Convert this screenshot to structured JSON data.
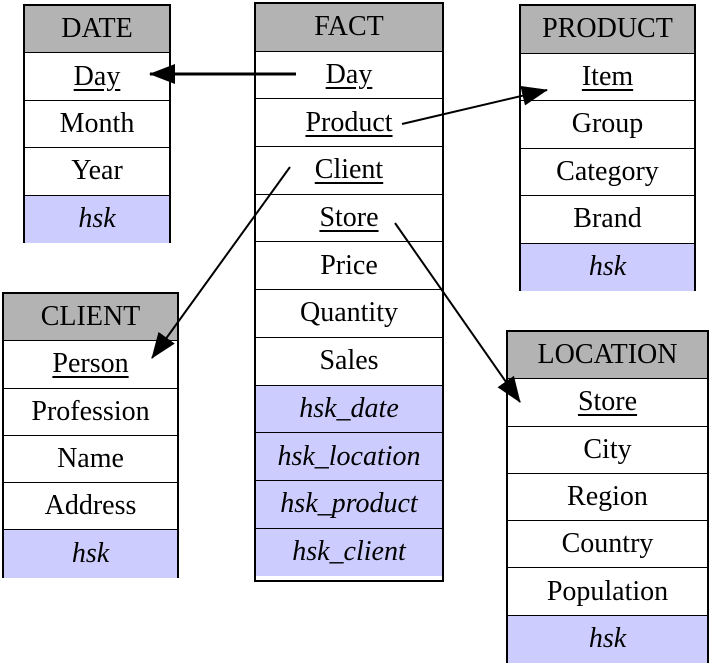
{
  "diagram": {
    "tables": {
      "date": {
        "title": "DATE",
        "rows": [
          {
            "label": "Day",
            "key": true
          },
          {
            "label": "Month"
          },
          {
            "label": "Year"
          },
          {
            "label": "hsk",
            "surrogate": true
          }
        ]
      },
      "fact": {
        "title": "FACT",
        "rows": [
          {
            "label": "Day",
            "key": true
          },
          {
            "label": "Product",
            "key": true
          },
          {
            "label": "Client",
            "key": true
          },
          {
            "label": "Store",
            "key": true
          },
          {
            "label": "Price"
          },
          {
            "label": "Quantity"
          },
          {
            "label": "Sales"
          },
          {
            "label": "hsk_date",
            "surrogate": true
          },
          {
            "label": "hsk_location",
            "surrogate": true
          },
          {
            "label": "hsk_product",
            "surrogate": true
          },
          {
            "label": "hsk_client",
            "surrogate": true
          }
        ]
      },
      "product": {
        "title": "PRODUCT",
        "rows": [
          {
            "label": "Item",
            "key": true
          },
          {
            "label": "Group"
          },
          {
            "label": "Category"
          },
          {
            "label": "Brand"
          },
          {
            "label": "hsk",
            "surrogate": true
          }
        ]
      },
      "client": {
        "title": "CLIENT",
        "rows": [
          {
            "label": "Person",
            "key": true
          },
          {
            "label": "Profession"
          },
          {
            "label": "Name"
          },
          {
            "label": "Address"
          },
          {
            "label": "hsk",
            "surrogate": true
          }
        ]
      },
      "location": {
        "title": "LOCATION",
        "rows": [
          {
            "label": "Store",
            "key": true
          },
          {
            "label": "City"
          },
          {
            "label": "Region"
          },
          {
            "label": "Country"
          },
          {
            "label": "Population"
          },
          {
            "label": "hsk",
            "surrogate": true
          }
        ]
      }
    },
    "relationships": [
      {
        "from": "FACT.Day",
        "to": "DATE.Day"
      },
      {
        "from": "FACT.Product",
        "to": "PRODUCT.Item"
      },
      {
        "from": "FACT.Client",
        "to": "CLIENT.Person"
      },
      {
        "from": "FACT.Store",
        "to": "LOCATION.Store"
      }
    ],
    "colors": {
      "header": "#b3b3b3",
      "surrogate_row": "#ccccff",
      "border": "#000000"
    }
  }
}
